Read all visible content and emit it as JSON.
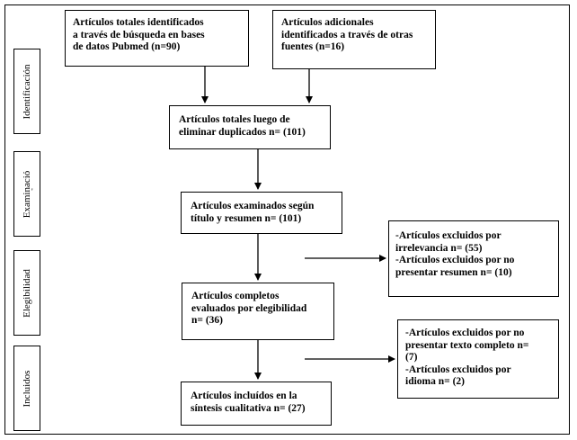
{
  "stages": [
    {
      "id": "identificacion",
      "label": "Identificación"
    },
    {
      "id": "examinacion",
      "label": "Examinació"
    },
    {
      "id": "elegibilidad",
      "label": "Elegibilidad"
    },
    {
      "id": "incluidos",
      "label": "Incluidos"
    }
  ],
  "stray_mark": "'",
  "boxes": {
    "pubmed": "Artículos totales identificados\na través de búsqueda en bases\nde datos Pubmed (n=90)",
    "adicionales": "Artículos adicionales\nidentificados a través de otras\nfuentes (n=16)",
    "sin_duplicados": "Artículos totales luego de\neliminar duplicados n= (101)",
    "examinados": "Artículos examinados según\ntítulo y resumen  n= (101)",
    "excluidos_1": "-Artículos excluidos por\nirrelevancia n= (55)\n-Artículos excluidos por no\npresentar resumen n= (10)",
    "completos": "Artículos completos\nevaluados por elegibilidad\nn= (36)",
    "excluidos_2": "-Artículos excluidos por no\npresentar texto completo n=\n(7)\n-Artículos excluidos por\nidioma n= (2)",
    "incluidos": "Artículos incluídos en la\nsíntesis cualitativa n= (27)"
  }
}
